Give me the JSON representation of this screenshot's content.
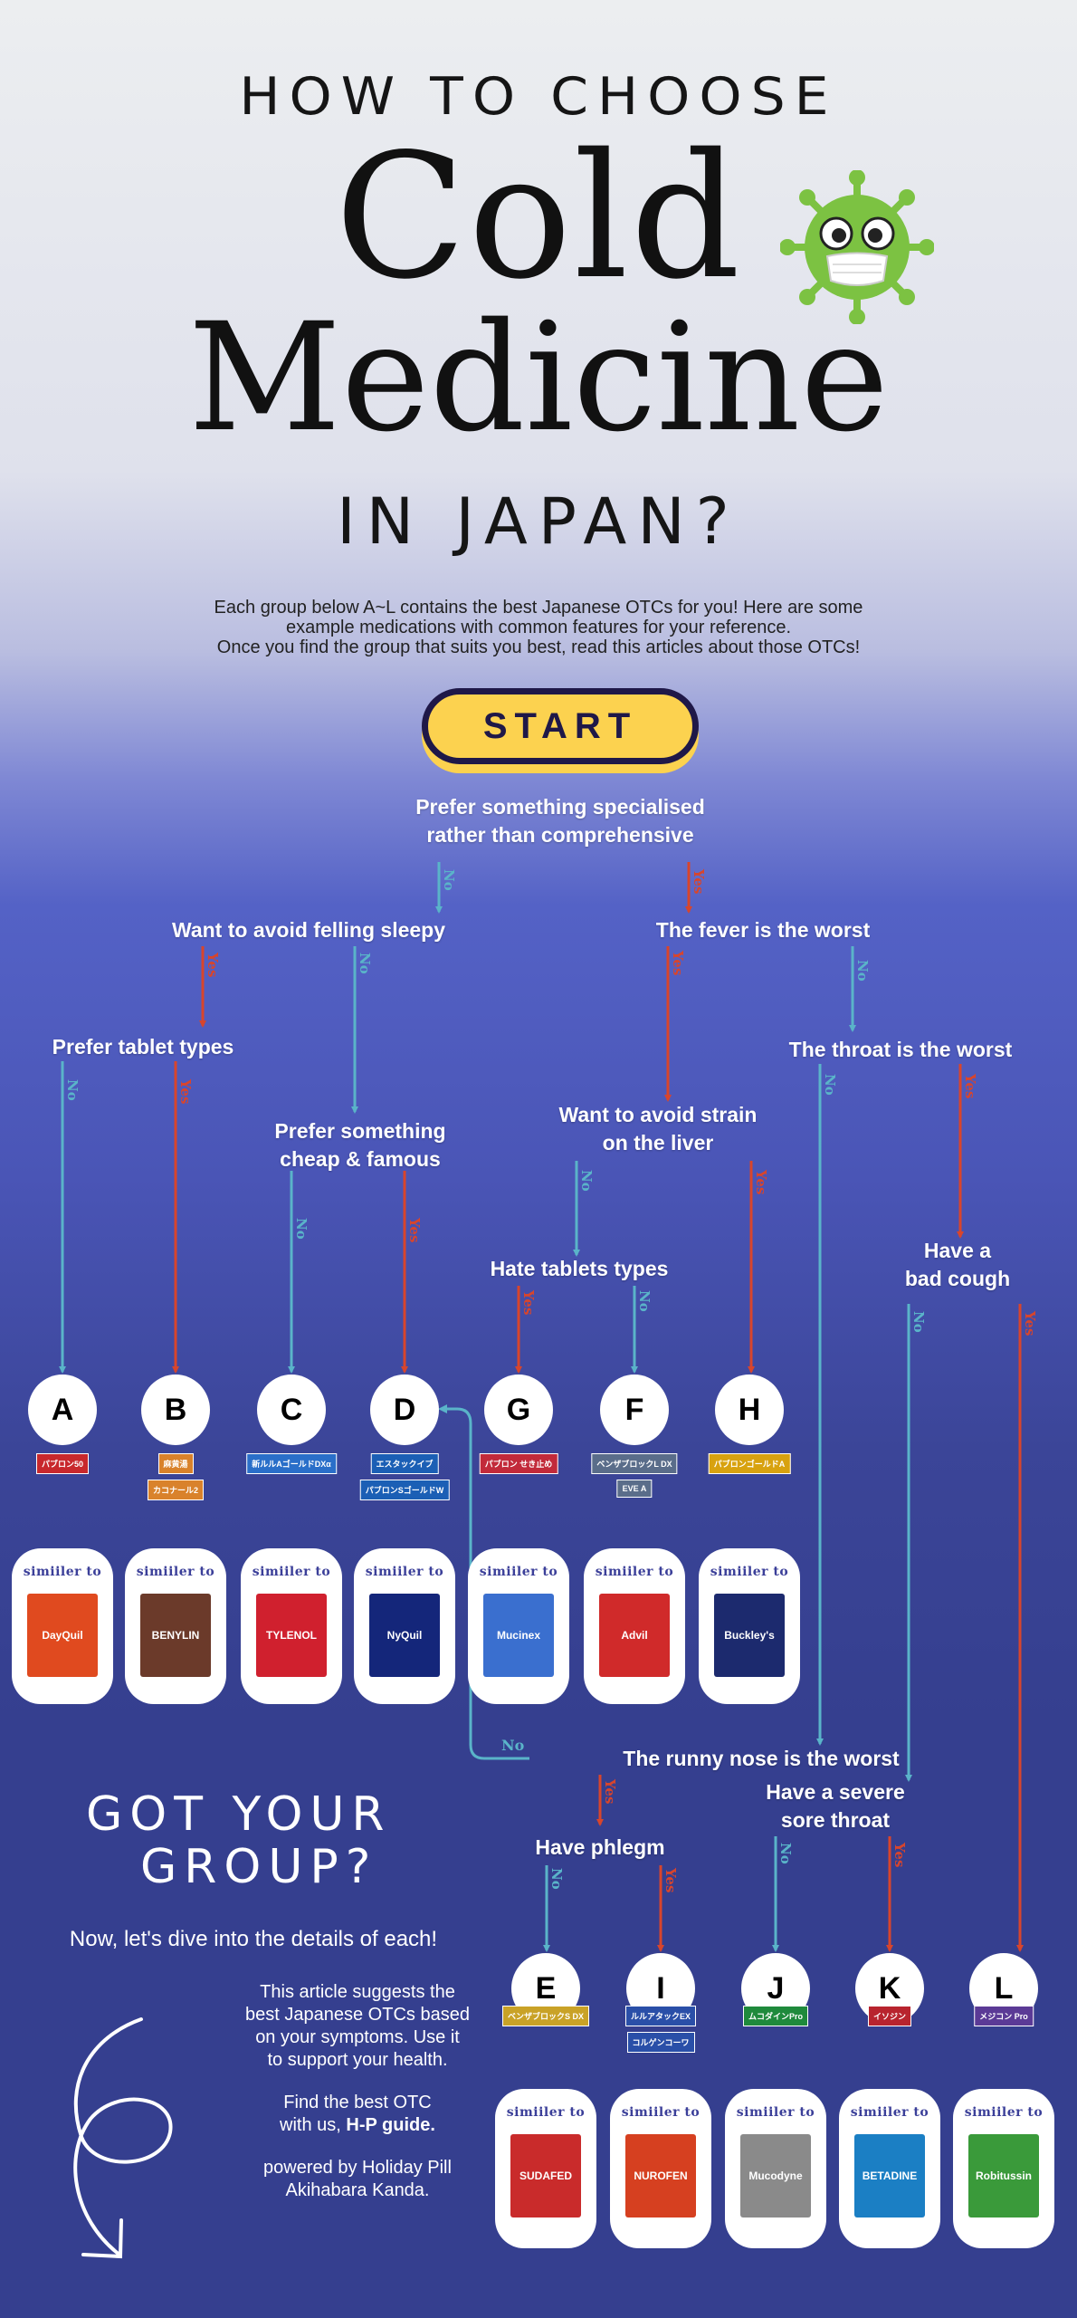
{
  "header": {
    "line1": "HOW TO CHOOSE",
    "line2": "Cold",
    "line3": "Medicine",
    "line4": "IN JAPAN?",
    "mascot_icon": "virus-with-mask-icon",
    "description": [
      "Each group below A~L contains the best Japanese OTCs for you! Here are some",
      "example medications with common features for your reference.",
      "Once you find the group that suits you best, read this articles about those OTCs!"
    ]
  },
  "start_label": "START",
  "colors": {
    "no": "#5ab4c9",
    "yes": "#d8452c",
    "button": "#fcd24f",
    "navy": "#353f8f"
  },
  "branch": {
    "no": "No",
    "yes": "Yes"
  },
  "questions": {
    "q1": [
      "Prefer something specialised",
      "rather than comprehensive"
    ],
    "q2": "Want to avoid felling sleepy",
    "q3": "The fever is the worst",
    "q4": "Prefer tablet types",
    "q5": "The throat is the worst",
    "q6": [
      "Prefer something",
      "cheap & famous"
    ],
    "q7": [
      "Want to avoid strain",
      "on the liver"
    ],
    "q8": "Hate tablets types",
    "q9": [
      "Have a",
      "bad cough"
    ],
    "q10": "The runny nose is the worst",
    "q11": [
      "Have a severe",
      "sore throat"
    ],
    "q12": "Have phlegm"
  },
  "similar_label": "simiiler to",
  "groups": [
    {
      "letter": "A",
      "jp": [
        "パブロン50"
      ],
      "similar": "DayQuil"
    },
    {
      "letter": "B",
      "jp": [
        "麻黄湯",
        "カコナール2"
      ],
      "similar": "BENYLIN"
    },
    {
      "letter": "C",
      "jp": [
        "新ルルAゴールドDXα"
      ],
      "similar": "TYLENOL"
    },
    {
      "letter": "D",
      "jp": [
        "エスタックイブ",
        "パブロンSゴールドW"
      ],
      "similar": "NyQuil"
    },
    {
      "letter": "G",
      "jp": [
        "パブロン せき止め"
      ],
      "similar": "Mucinex"
    },
    {
      "letter": "F",
      "jp": [
        "ベンザブロックL DX",
        "EVE A"
      ],
      "similar": "Advil"
    },
    {
      "letter": "H",
      "jp": [
        "パブロンゴールドA"
      ],
      "similar": "Buckley's"
    },
    {
      "letter": "E",
      "jp": [
        "ベンザブロックS DX"
      ],
      "similar": "SUDAFED"
    },
    {
      "letter": "I",
      "jp": [
        "ルルアタックEX",
        "コルゲンコーワ"
      ],
      "similar": "NUROFEN"
    },
    {
      "letter": "J",
      "jp": [
        "ムコダインPro"
      ],
      "similar": "Mucodyne"
    },
    {
      "letter": "K",
      "jp": [
        "イソジン"
      ],
      "similar": "BETADINE"
    },
    {
      "letter": "L",
      "jp": [
        "メジコン Pro"
      ],
      "similar": "Robitussin"
    }
  ],
  "footer": {
    "got_line1": "GOT YOUR",
    "got_line2": "GROUP?",
    "dive": "Now, let's dive into the details of each!",
    "para": [
      "This article suggests the",
      "best Japanese OTCs based",
      "on your symptoms. Use it",
      "to support your health."
    ],
    "find_line1": "Find the best OTC",
    "find_line2_prefix": "with us, ",
    "find_line2_bold": "H-P guide.",
    "powered": [
      "powered by Holiday Pill",
      "Akihabara Kanda."
    ]
  }
}
